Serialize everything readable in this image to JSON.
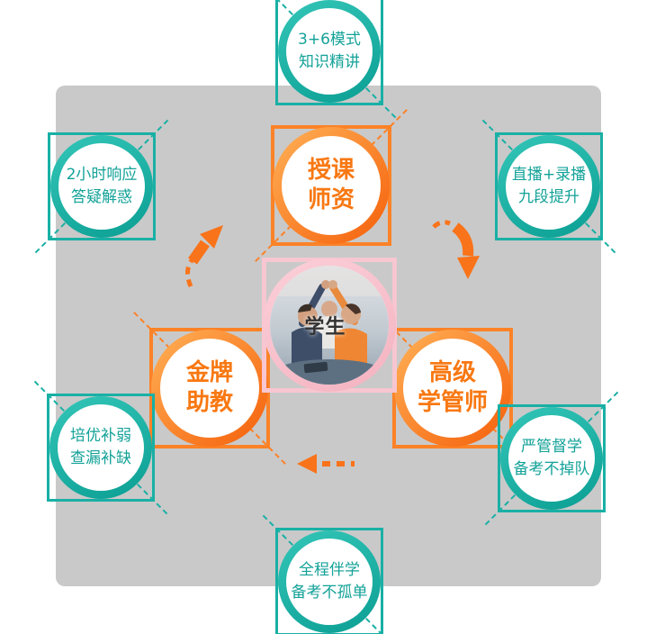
{
  "center": {
    "label": "学生"
  },
  "roles": {
    "teacher": {
      "line1": "授课",
      "line2": "师资"
    },
    "assistant": {
      "line1": "金牌",
      "line2": "助教"
    },
    "manager": {
      "line1": "高级",
      "line2": "学管师"
    }
  },
  "features": {
    "top": {
      "line1": "3+6模式",
      "line2": "知识精讲"
    },
    "left_top": {
      "line1": "2小时响应",
      "line2": "答疑解惑"
    },
    "right_top": {
      "line1": "直播+录播",
      "line2": "九段提升"
    },
    "left_bottom": {
      "line1": "培优补弱",
      "line2": "查漏补缺"
    },
    "right_bottom": {
      "line1": "严管督学",
      "line2": "备考不掉队"
    },
    "bottom": {
      "line1": "全程伴学",
      "line2": "备考不孤单"
    }
  },
  "icons": {
    "cycle-arrow-up-icon": "curved-arrow-up-right",
    "cycle-arrow-down-icon": "curved-arrow-down",
    "cycle-arrow-left-icon": "dashed-arrow-left"
  },
  "colors": {
    "teal": "#19b0a5",
    "orange": "#f97316",
    "orange_light": "#ffb157",
    "pink": "#f7c6d0",
    "gray_background": "#c9c9c9",
    "text_dark": "#333333"
  }
}
